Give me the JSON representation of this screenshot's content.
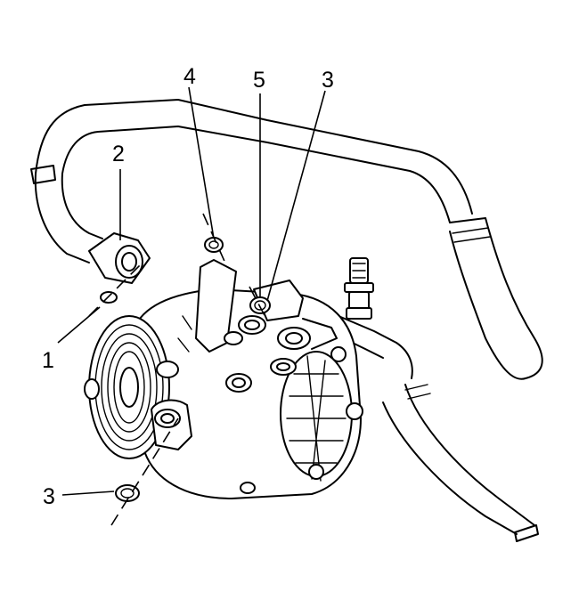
{
  "callouts": [
    {
      "id": "c1",
      "label": "1"
    },
    {
      "id": "c2",
      "label": "2"
    },
    {
      "id": "c3a",
      "label": "3"
    },
    {
      "id": "c3b",
      "label": "3"
    },
    {
      "id": "c4",
      "label": "4"
    },
    {
      "id": "c5",
      "label": "5"
    }
  ]
}
